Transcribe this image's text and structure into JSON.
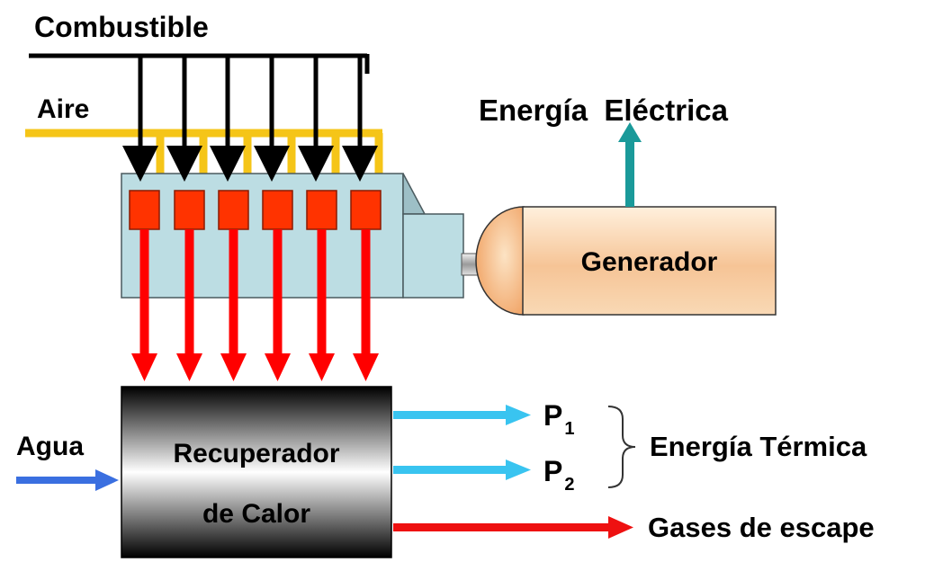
{
  "labels": {
    "combustible": "Combustible",
    "aire": "Aire",
    "energia_electrica": "Energía  Eléctrica",
    "generador": "Generador",
    "agua": "Agua",
    "recuperador_line1": "Recuperador",
    "recuperador_line2": "de Calor",
    "p1_letter": "P",
    "p1_sub": "1",
    "p2_letter": "P",
    "p2_sub": "2",
    "energia_termica": "Energía Térmica",
    "gases_escape": "Gases de escape"
  },
  "colors": {
    "fuel_line": "#000000",
    "air_line": "#f5c518",
    "engine_block": "#bcdde3",
    "cylinder": "#ff3300",
    "heat_arrow": "#ff0000",
    "electric_arrow": "#1a9a9a",
    "water_arrow": "#3a6fe0",
    "thermal_arrow": "#39c4f0",
    "exhaust_arrow": "#ee1111",
    "generator_fill": "#f6c496",
    "recuperator_mid": "#ffffff",
    "recuperator_edge": "#000000"
  },
  "icons": {
    "cylinder": "cylinder-icon",
    "coupling": "shaft-coupling-icon",
    "brace": "curly-brace-icon"
  }
}
